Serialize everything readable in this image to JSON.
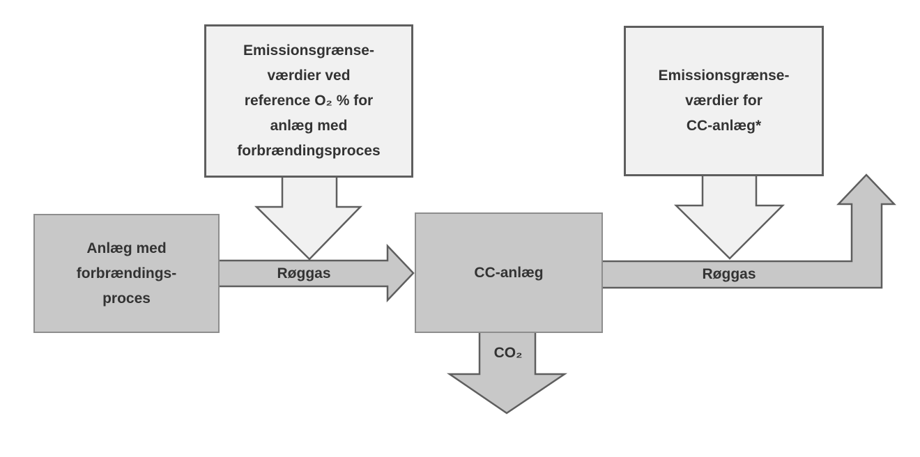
{
  "diagram": {
    "callout_left": {
      "lines": [
        "Emissionsgrænse-",
        "værdier ved",
        "reference O₂ %  for",
        "anlæg med",
        "forbrændingsproces"
      ]
    },
    "callout_right": {
      "lines": [
        "Emissionsgrænse-",
        "værdier for",
        "CC-anlæg*"
      ]
    },
    "process_box": {
      "lines": [
        "Anlæg med",
        "forbrændings-",
        "proces"
      ]
    },
    "cc_box": {
      "label": "CC-anlæg"
    },
    "labels": {
      "roggas_left": "Røggas",
      "roggas_right": "Røggas",
      "co2": "CO₂"
    }
  },
  "colors": {
    "background": "#ffffff",
    "light_fill": "#f1f1f1",
    "light_border": "#5e5e5e",
    "medium_fill": "#c8c8c8",
    "medium_border": "#8d8d8d",
    "arrow_stroke": "#5e5e5e",
    "text": "#333333"
  }
}
